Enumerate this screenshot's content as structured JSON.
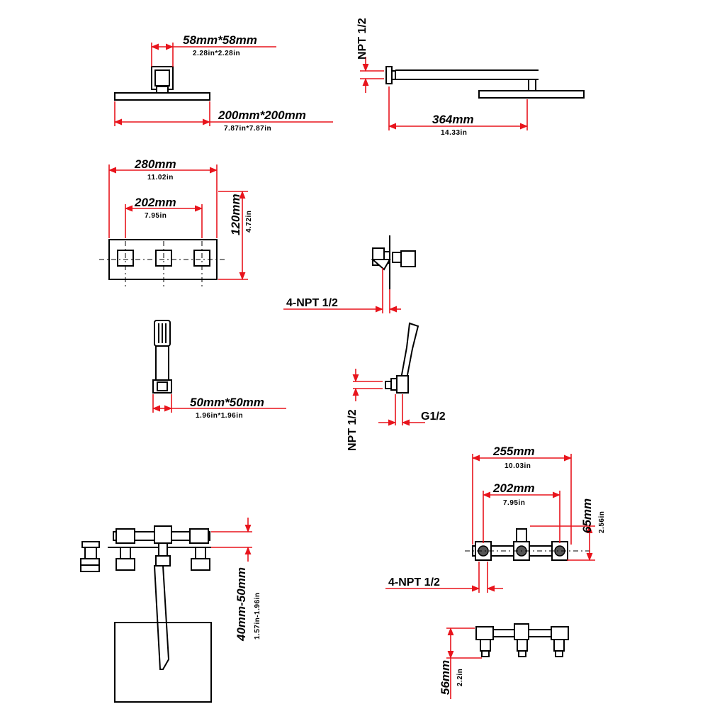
{
  "colors": {
    "dimension": "#e8141c",
    "drawing": "#000000",
    "background": "#ffffff"
  },
  "dimensions": {
    "rain_head_side": {
      "primary": "58mm*58mm",
      "secondary": "2.28in*2.28in"
    },
    "rain_head_width": {
      "primary": "200mm*200mm",
      "secondary": "7.87in*7.87in"
    },
    "arm_thread": {
      "primary": "NPT 1/2"
    },
    "arm_length": {
      "primary": "364mm",
      "secondary": "14.33in"
    },
    "plate_width": {
      "primary": "280mm",
      "secondary": "11.02in"
    },
    "plate_spacing": {
      "primary": "202mm",
      "secondary": "7.95in"
    },
    "plate_height": {
      "primary": "120mm",
      "secondary": "4.72in"
    },
    "valve_thread": {
      "primary": "4-NPT 1/2"
    },
    "handshower_size": {
      "primary": "50mm*50mm",
      "secondary": "1.96in*1.96in"
    },
    "holder_thread": {
      "primary": "NPT 1/2"
    },
    "holder_hose": {
      "primary": "G1/2"
    },
    "body_width": {
      "primary": "255mm",
      "secondary": "10.03in"
    },
    "body_spacing": {
      "primary": "202mm",
      "secondary": "7.95in"
    },
    "body_height": {
      "primary": "65mm",
      "secondary": "2.56in"
    },
    "body_thread": {
      "primary": "4-NPT 1/2"
    },
    "spout_range": {
      "primary": "40mm-50mm",
      "secondary": "1.57in-1.96in"
    },
    "body_depth": {
      "primary": "56mm",
      "secondary": "2.2in"
    }
  }
}
